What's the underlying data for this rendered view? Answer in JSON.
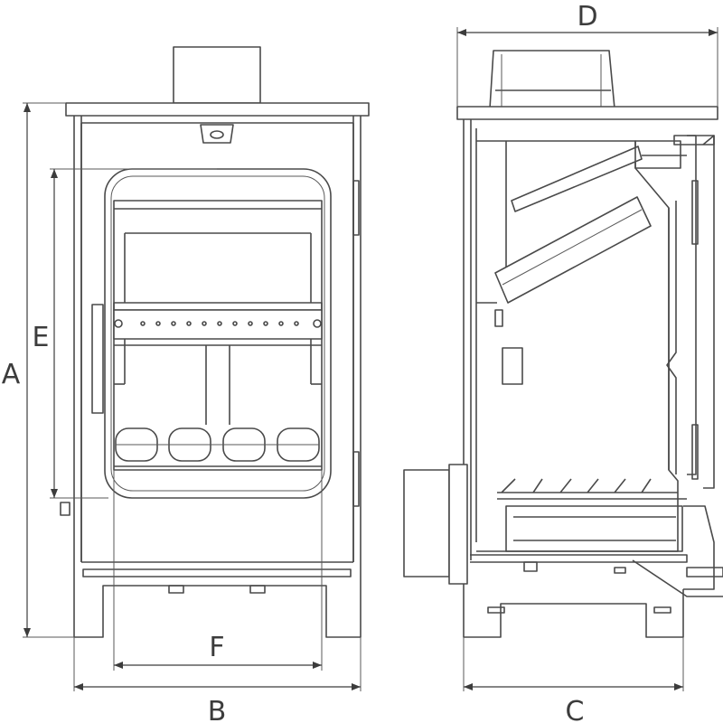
{
  "dimension_labels": {
    "a": "A",
    "b": "B",
    "c": "C",
    "d": "D",
    "e": "E",
    "f": "F"
  },
  "colors": {
    "line": "#4a4a4a",
    "background": "#ffffff"
  }
}
